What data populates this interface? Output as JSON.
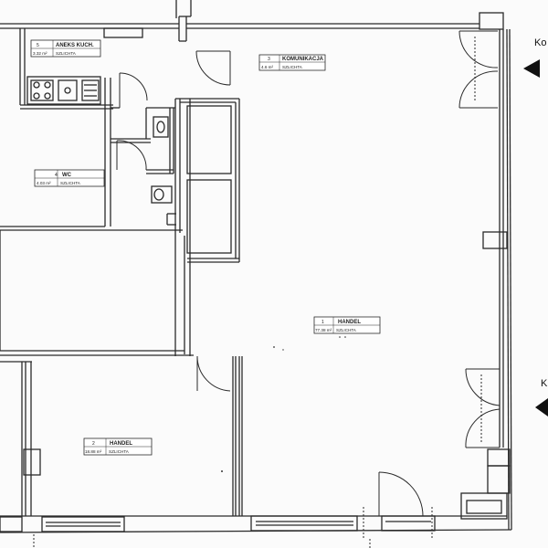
{
  "rooms": [
    {
      "id": "aneks",
      "number": "5",
      "name": "ANEKS KUCH.",
      "area": "3.32 m²",
      "finish": "SZLICHTA"
    },
    {
      "id": "komunikacja",
      "number": "3",
      "name": "KOMUNIKACJA",
      "area": "4.6 m²",
      "finish": "SZLICHTA"
    },
    {
      "id": "wc",
      "number": "4",
      "name": "WC",
      "area": "4.03 m²",
      "finish": "SZLICHTA"
    },
    {
      "id": "handel1",
      "number": "1",
      "name": "HANDEL",
      "area": "77.38 m²",
      "finish": "SZLICHTA"
    },
    {
      "id": "handel2",
      "number": "2",
      "name": "HANDEL",
      "area": "18.88 m²",
      "finish": "SZLICHTA"
    }
  ],
  "markers": [
    {
      "id": "top",
      "text": "Ko"
    },
    {
      "id": "bottom",
      "text": "K"
    }
  ],
  "colors": {
    "line": "#2a2a2a",
    "paper": "#fbfbfb",
    "fill": "#ffffff"
  }
}
